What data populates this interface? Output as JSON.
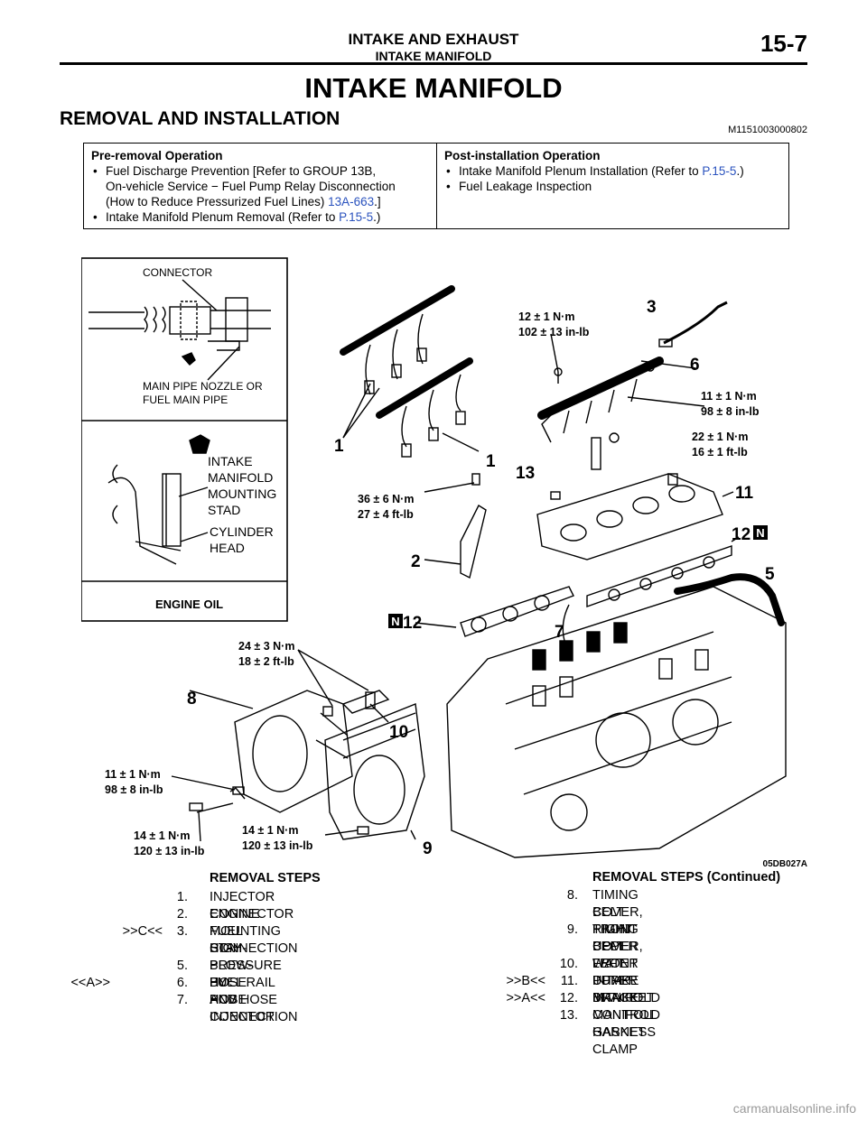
{
  "header": {
    "section": "INTAKE AND EXHAUST",
    "subsection": "INTAKE MANIFOLD",
    "page": "15-7"
  },
  "title": "INTAKE MANIFOLD",
  "subtitle": "REMOVAL AND INSTALLATION",
  "doc_code": "M1151003000802",
  "pre_removal": {
    "heading": "Pre-removal Operation",
    "items": [
      {
        "lines": [
          "Fuel Discharge Prevention [Refer to GROUP 13B,",
          "On-vehicle Service − Fuel Pump Relay Disconnection",
          "(How to Reduce Pressurized Fuel Lines) "
        ],
        "link": "13A-663",
        "tail": ".]"
      },
      {
        "lines": [
          "Intake Manifold Plenum Removal (Refer to "
        ],
        "link": "P.15-5",
        "tail": ".)"
      }
    ]
  },
  "post_install": {
    "heading": "Post-installation Operation",
    "items": [
      {
        "lines": [
          "Intake Manifold Plenum Installation (Refer to "
        ],
        "link": "P.15-5",
        "tail": ".)"
      },
      {
        "lines": [
          "Fuel Leakage Inspection"
        ],
        "link": "",
        "tail": ""
      }
    ]
  },
  "diagram": {
    "inset_labels": {
      "connector": "CONNECTOR",
      "main_pipe_1": "MAIN PIPE NOZZLE OR",
      "main_pipe_2": "FUEL MAIN PIPE",
      "intake_1": "INTAKE",
      "intake_2": "MANIFOLD",
      "intake_3": "MOUNTING",
      "intake_4": "STAD",
      "cyl_1": "CYLINDER",
      "cyl_2": "HEAD",
      "engine_oil": "ENGINE OIL"
    },
    "torques": {
      "t1a": "12 ± 1 N·m",
      "t1b": "102 ± 13 in-lb",
      "t2a": "11 ± 1 N·m",
      "t2b": "98 ± 8 in-lb",
      "t3a": "22 ± 1 N·m",
      "t3b": "16 ± 1 ft-lb",
      "t4a": "36 ± 6 N·m",
      "t4b": "27 ± 4 ft-lb",
      "t5a": "24 ± 3 N·m",
      "t5b": "18 ± 2 ft-lb",
      "t6a": "11 ± 1 N·m",
      "t6b": "98 ± 8 in-lb",
      "t7a": "14 ± 1 N·m",
      "t7b": "120 ± 13 in-lb",
      "t8a": "14 ± 1 N·m",
      "t8b": "120 ± 13 in-lb"
    },
    "callouts": {
      "c1a": "1",
      "c1b": "1",
      "c2": "2",
      "c3": "3",
      "c5": "5",
      "c6": "6",
      "c7": "7",
      "c8": "8",
      "c9": "9",
      "c10": "10",
      "c11": "11",
      "c12a": "12",
      "c12b": "12",
      "c13": "13"
    },
    "new_mark": "N",
    "figure_code": "05DB027A"
  },
  "removal_steps": {
    "title": "REMOVAL STEPS",
    "items": [
      {
        "mark": "",
        "num": "1.",
        "label": "INJECTOR CONNECTOR"
      },
      {
        "mark": "",
        "num": "2.",
        "label": "ENGINE MOUNTING STAY"
      },
      {
        "mark": ">>C<<",
        "num": "3.",
        "label": "FUEL HIGH-PRESSURE HOSE"
      },
      {
        "mark": "",
        "num": "",
        "label": "CONNECTION"
      },
      {
        "mark": "",
        "num": "5.",
        "label": "BLOW-BY HOSE"
      },
      {
        "mark": "<<A>>",
        "num": "6.",
        "label": "FUEL RAIL AND INJECTOR"
      },
      {
        "mark": "",
        "num": "7.",
        "label": "PCV HOSE CONNECTION"
      }
    ]
  },
  "removal_steps_cont": {
    "title": "REMOVAL STEPS (Continued)",
    "items": [
      {
        "mark": "",
        "num": "8.",
        "label": "TIMING BELT FRONT UPPER"
      },
      {
        "mark": "",
        "num": "",
        "label": "COVER, RIGHT"
      },
      {
        "mark": "",
        "num": "9.",
        "label": "TIMING BELT FRONT UPPER"
      },
      {
        "mark": "",
        "num": "",
        "label": "COVER, LEFT"
      },
      {
        "mark": "",
        "num": "10.",
        "label": "WATER PUMP BRACKET"
      },
      {
        "mark": ">>B<<",
        "num": "11.",
        "label": "INTAKE MANIFOLD"
      },
      {
        "mark": ">>A<<",
        "num": "12.",
        "label": "INTAKE MANIFOLD GASKET"
      },
      {
        "mark": "",
        "num": "13.",
        "label": "CONTROL HARNESS CLAMP"
      }
    ]
  },
  "footer": "carmanualsonline.info"
}
